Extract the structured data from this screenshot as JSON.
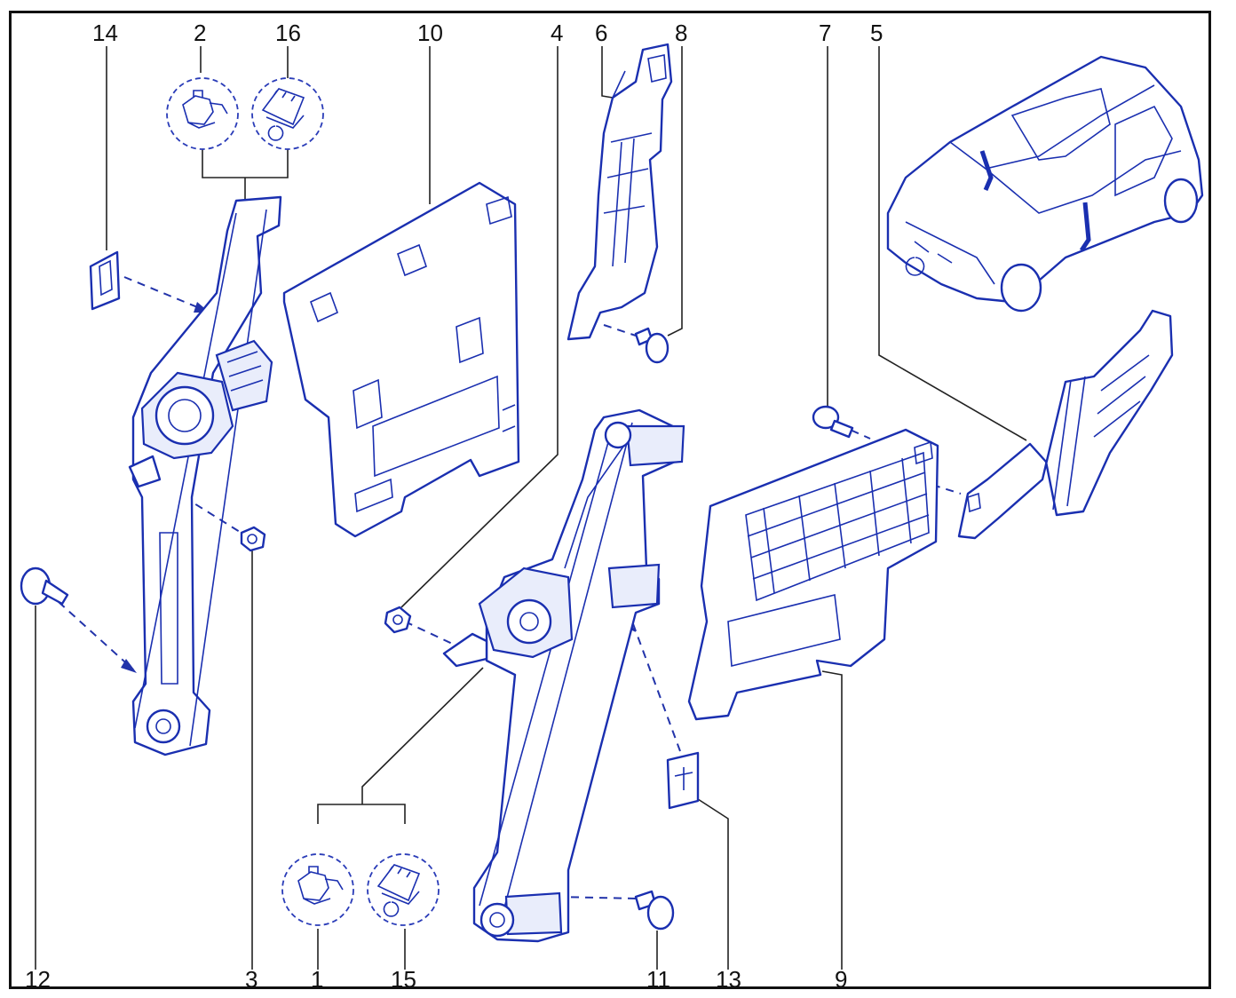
{
  "callouts": [
    {
      "id": "14",
      "label": "14"
    },
    {
      "id": "2",
      "label": "2"
    },
    {
      "id": "16",
      "label": "16"
    },
    {
      "id": "10",
      "label": "10"
    },
    {
      "id": "4",
      "label": "4"
    },
    {
      "id": "6",
      "label": "6"
    },
    {
      "id": "8",
      "label": "8"
    },
    {
      "id": "7",
      "label": "7"
    },
    {
      "id": "5",
      "label": "5"
    },
    {
      "id": "12",
      "label": "12"
    },
    {
      "id": "3",
      "label": "3"
    },
    {
      "id": "1",
      "label": "1"
    },
    {
      "id": "15",
      "label": "15"
    },
    {
      "id": "11",
      "label": "11"
    },
    {
      "id": "13",
      "label": "13"
    },
    {
      "id": "9",
      "label": "9"
    }
  ],
  "colors": {
    "line_art": "#1a2fb0",
    "frame": "#111111",
    "background": "#ffffff"
  }
}
